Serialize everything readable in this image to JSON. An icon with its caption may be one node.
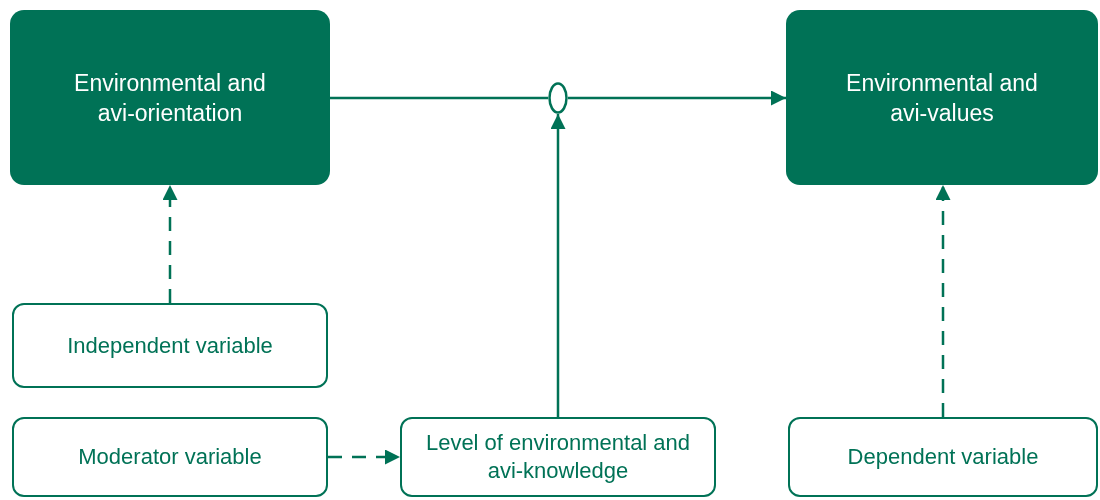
{
  "diagram": {
    "nodes": [
      {
        "text": [
          "Environmental and avi-orientation"
        ]
      },
      {
        "text": [],
        "shape": "ellipse"
      },
      {
        "text": [
          "Environmental and avi-values"
        ]
      },
      {
        "text": [
          "Independent variable"
        ]
      },
      {
        "text": [
          "Moderator variable"
        ]
      },
      {
        "text": [
          "Level of environmental and avi-knowledge"
        ]
      },
      {
        "text": [
          "Dependent variable"
        ]
      }
    ],
    "edges": [
      {
        "from": 0,
        "to": 1,
        "arrow": "none"
      },
      {
        "from": 1,
        "to": 2,
        "arrow": "to"
      },
      {
        "from": 5,
        "to": 1,
        "arrow": "to"
      },
      {
        "from": 3,
        "to": 0,
        "arrow": "to",
        "style": "dashed"
      },
      {
        "from": 4,
        "to": 5,
        "arrow": "to",
        "style": "dashed"
      },
      {
        "from": 6,
        "to": 2,
        "arrow": "to",
        "style": "dashed"
      }
    ]
  }
}
